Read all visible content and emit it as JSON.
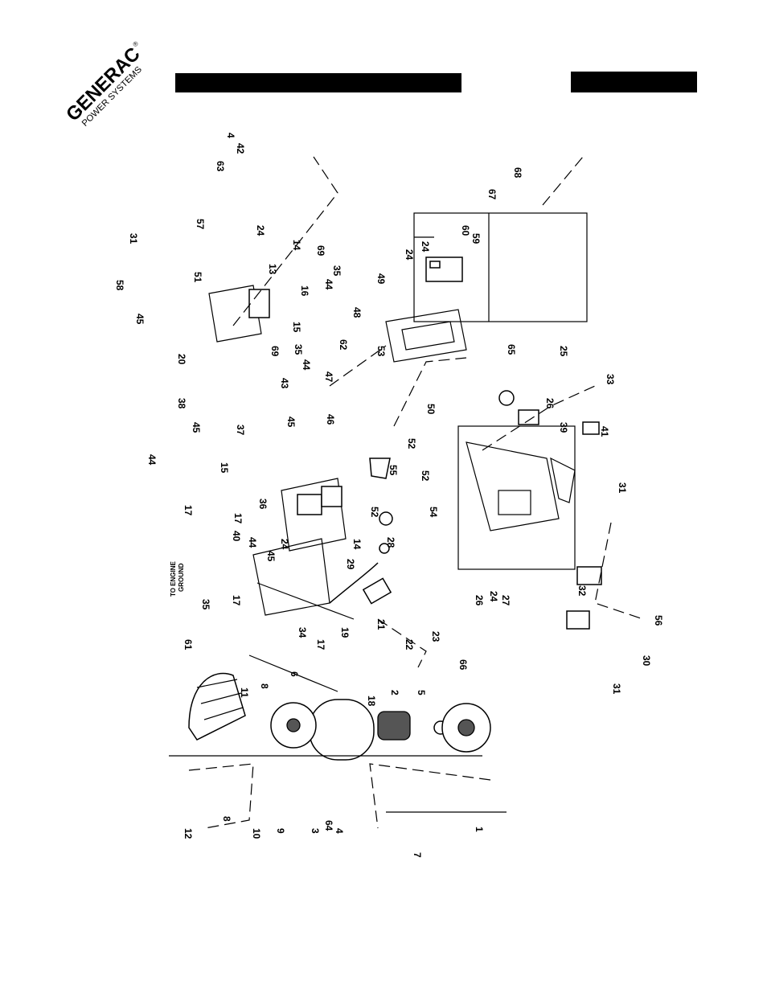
{
  "brand": {
    "name": "GENERAC",
    "registered": "®",
    "tagline": "POWER SYSTEMS"
  },
  "header": {
    "title_bar": "",
    "code_bar": ""
  },
  "diagram": {
    "note": [
      "TO ENGINE",
      "GROUND"
    ],
    "labels": [
      "1",
      "2",
      "3",
      "4",
      "5",
      "6",
      "7",
      "8",
      "8",
      "9",
      "10",
      "11",
      "12",
      "13",
      "14",
      "14",
      "15",
      "15",
      "16",
      "17",
      "17",
      "17",
      "17",
      "18",
      "19",
      "20",
      "21",
      "22",
      "23",
      "24",
      "24",
      "24",
      "24",
      "24",
      "25",
      "26",
      "26",
      "27",
      "28",
      "29",
      "30",
      "31",
      "31",
      "31",
      "32",
      "33",
      "34",
      "35",
      "35",
      "35",
      "36",
      "37",
      "38",
      "39",
      "40",
      "41",
      "42",
      "43",
      "44",
      "44",
      "44",
      "44",
      "45",
      "45",
      "45",
      "45",
      "46",
      "47",
      "48",
      "49",
      "50",
      "51",
      "52",
      "52",
      "52",
      "53",
      "54",
      "55",
      "56",
      "57",
      "58",
      "59",
      "60",
      "61",
      "62",
      "63",
      "64",
      "65",
      "66",
      "67",
      "68",
      "69",
      "69",
      "4"
    ]
  }
}
